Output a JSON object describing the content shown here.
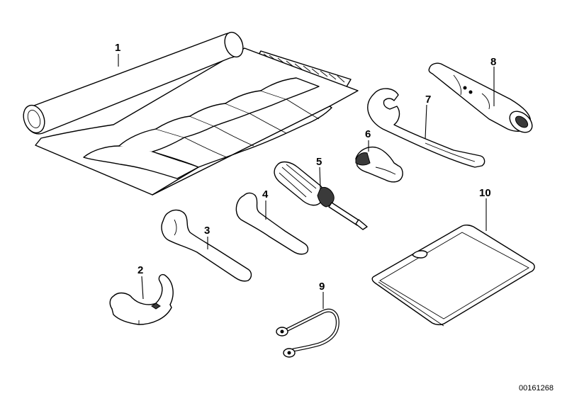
{
  "callouts": {
    "c1": "1",
    "c2": "2",
    "c3": "3",
    "c4": "4",
    "c5": "5",
    "c6": "6",
    "c7": "7",
    "c8": "8",
    "c9": "9",
    "c10": "10"
  },
  "document_number": "00161268"
}
